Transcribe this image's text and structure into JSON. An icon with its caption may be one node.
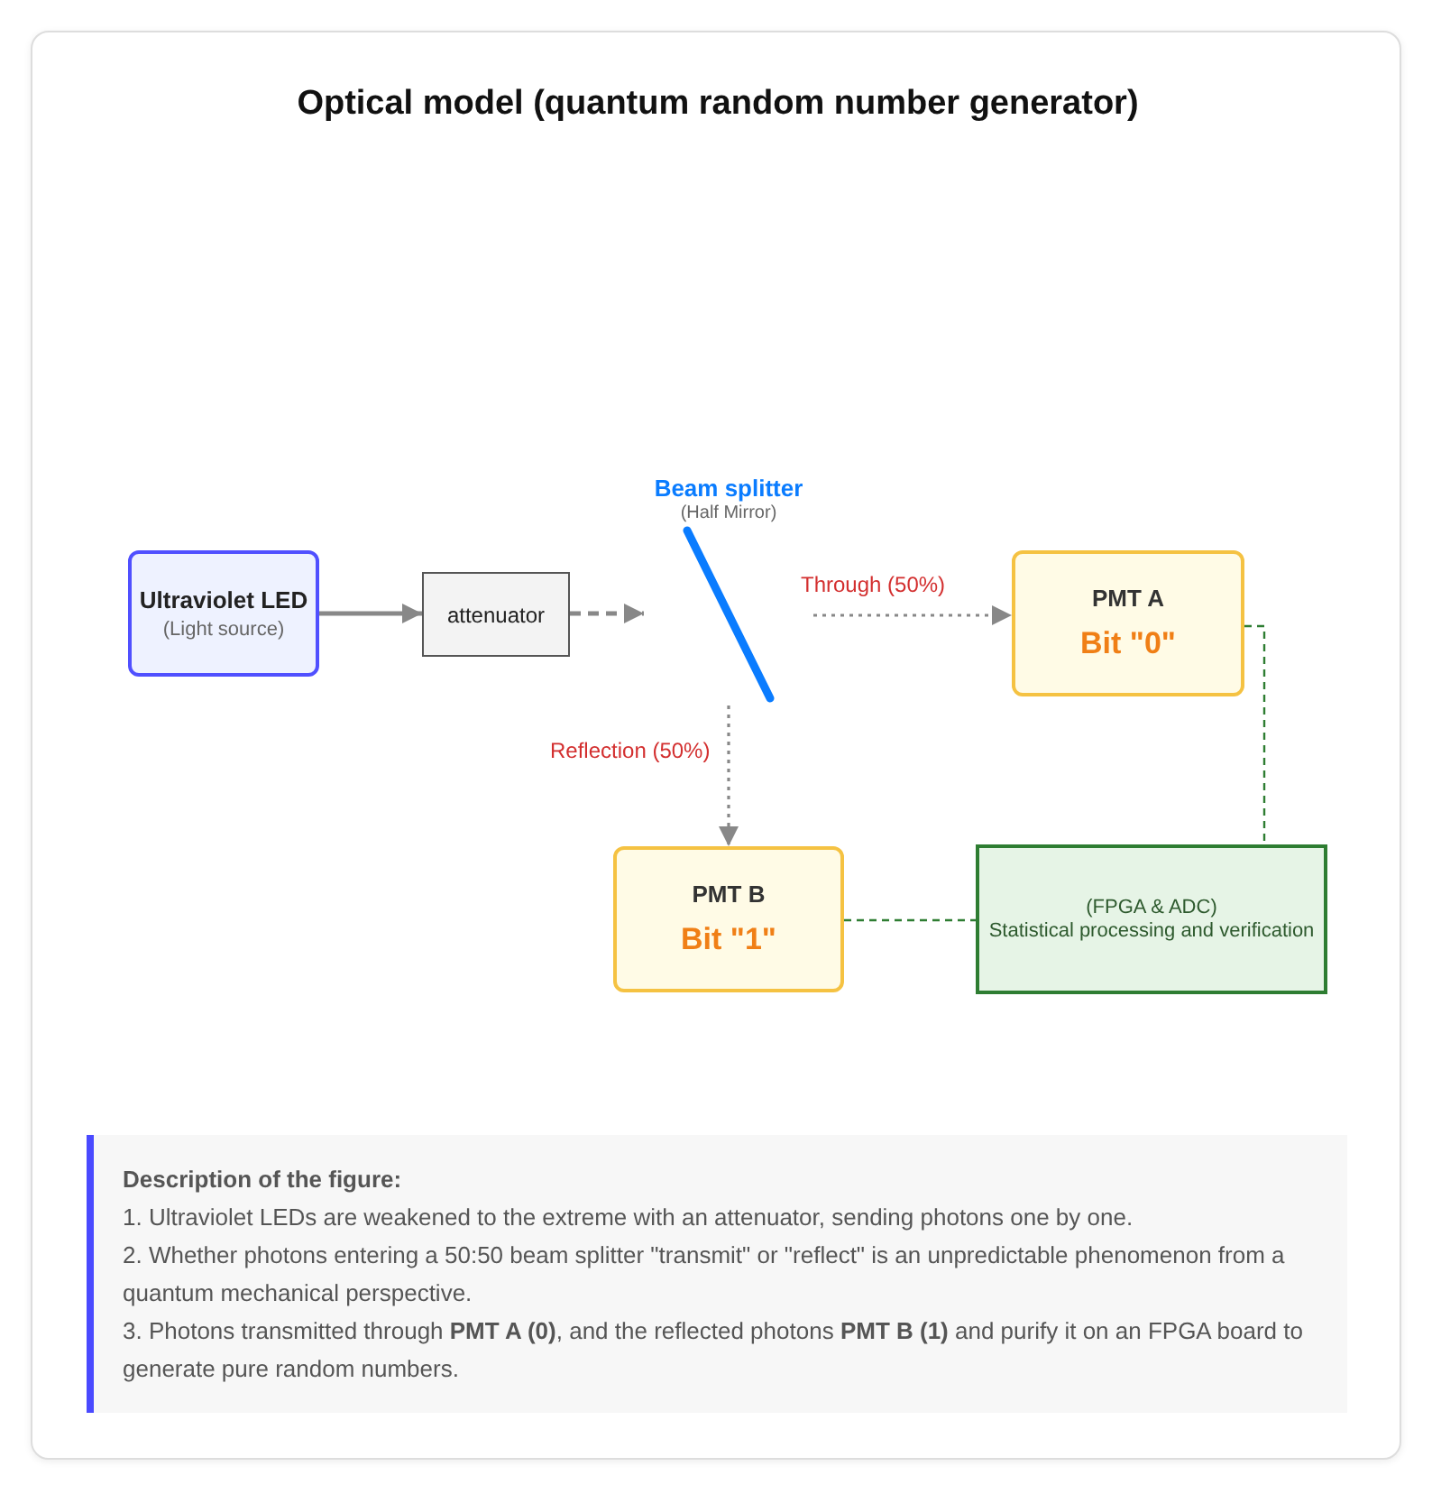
{
  "diagram": {
    "title": "Optical model (quantum random number generator)",
    "nodes": [
      {
        "text": [
          "Ultraviolet LED",
          "(Light source)"
        ]
      },
      {
        "text": [
          "attenuator"
        ]
      },
      {
        "text": [
          "Beam splitter",
          "(Half Mirror)"
        ]
      },
      {
        "text": [
          "PMT A",
          "Bit \"0\""
        ]
      },
      {
        "text": [
          "PMT B",
          "Bit \"1\""
        ]
      },
      {
        "text": [
          "(FPGA & ADC)",
          "Statistical processing and verification"
        ]
      }
    ],
    "edges": [
      {
        "from": 0,
        "to": 1,
        "arrow": "to"
      },
      {
        "from": 1,
        "to": 2,
        "arrow": "to",
        "style": "dashed"
      },
      {
        "from": 2,
        "to": 3,
        "arrow": "to",
        "label": "Through (50%)",
        "style": "dashed"
      },
      {
        "from": 2,
        "to": 4,
        "arrow": "to",
        "label": "Reflection (50%)",
        "style": "dashed"
      },
      {
        "from": 3,
        "to": 5,
        "arrow": "none",
        "style": "dashed",
        "color": "#2e7d32"
      },
      {
        "from": 4,
        "to": 5,
        "arrow": "none",
        "style": "dashed",
        "color": "#2e7d32"
      }
    ],
    "labels": [
      "Description of the figure:",
      "1. Ultraviolet LEDs are weakened to the extreme with an attenuator, sending photons one by one.",
      "2. Whether photons entering a 50:50 beam splitter \"transmit\" or \"reflect\" is an unpredictable phenomenon from a quantum mechanical perspective.",
      "3. Photons transmitted through **PMT A (0)**, and the reflected photons **PMT B (1)** and purify it on an FPGA board to generate pure random numbers."
    ]
  }
}
